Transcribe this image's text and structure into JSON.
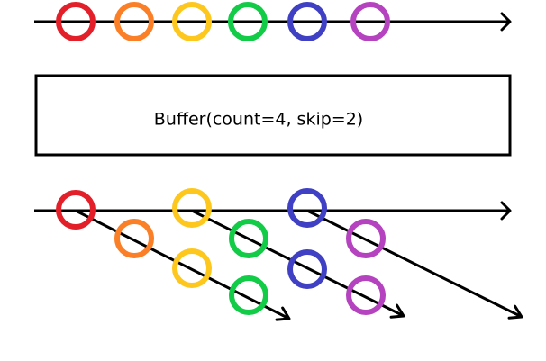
{
  "operator": {
    "label": "Buffer(count=4, skip=2)"
  },
  "colors": {
    "red": "#e3202a",
    "orange": "#fb7f26",
    "yellow": "#fdc71d",
    "green": "#12cb47",
    "blue": "#3f40c3",
    "purple": "#b542bf",
    "line": "#000000"
  },
  "source_stream": {
    "items": [
      "red",
      "orange",
      "yellow",
      "green",
      "blue",
      "purple"
    ]
  },
  "output_buffers": [
    {
      "items": [
        "red",
        "orange",
        "yellow",
        "green"
      ]
    },
    {
      "items": [
        "yellow",
        "green",
        "blue",
        "purple"
      ]
    },
    {
      "items": [
        "blue",
        "purple"
      ]
    }
  ]
}
